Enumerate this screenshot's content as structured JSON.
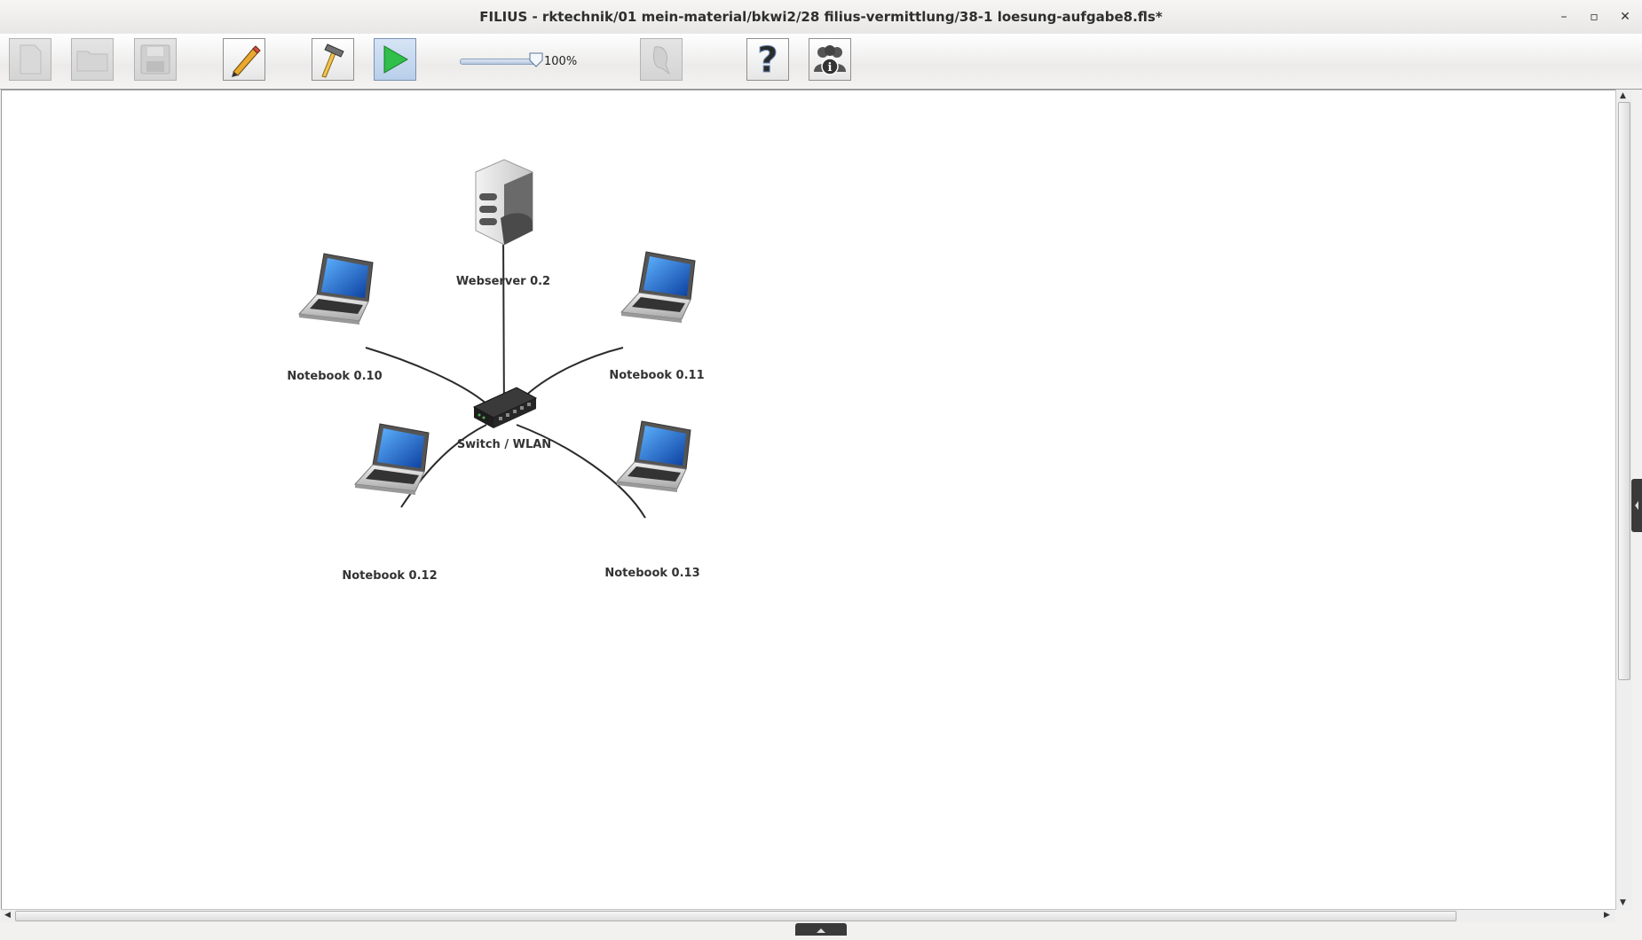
{
  "window": {
    "title": "FILIUS - rktechnik/01 mein-material/bkwi2/28 filius-vermittlung/38-1 loesung-aufgabe8.fls*",
    "minimize_icon": "minimize-icon",
    "maximize_icon": "maximize-icon",
    "close_icon": "close-icon",
    "min_glyph": "–",
    "max_glyph": "▫",
    "close_glyph": "✕"
  },
  "toolbar": {
    "buttons": [
      {
        "name": "new-file",
        "icon": "new-file-icon",
        "enabled": false
      },
      {
        "name": "open-file",
        "icon": "folder-icon",
        "enabled": false
      },
      {
        "name": "save-file",
        "icon": "floppy-icon",
        "enabled": false
      },
      {
        "name": "design-mode",
        "icon": "pencil-icon",
        "enabled": true
      },
      {
        "name": "simulation-mode",
        "icon": "hammer-icon",
        "enabled": true
      },
      {
        "name": "run",
        "icon": "play-icon",
        "enabled": true,
        "active": true
      },
      {
        "name": "steps",
        "icon": "bird-icon",
        "enabled": false
      },
      {
        "name": "help",
        "icon": "question-icon",
        "enabled": true
      },
      {
        "name": "about",
        "icon": "info-people-icon",
        "enabled": true
      }
    ],
    "zoom": {
      "value": 100,
      "label": "100%"
    }
  },
  "network": {
    "nodes": [
      {
        "id": "webserver",
        "type": "server",
        "label": "Webserver 0.2"
      },
      {
        "id": "nb10",
        "type": "notebook",
        "label": "Notebook 0.10"
      },
      {
        "id": "nb11",
        "type": "notebook",
        "label": "Notebook 0.11"
      },
      {
        "id": "switch",
        "type": "switch",
        "label": "Switch / WLAN"
      },
      {
        "id": "nb12",
        "type": "notebook",
        "label": "Notebook 0.12"
      },
      {
        "id": "nb13",
        "type": "notebook",
        "label": "Notebook 0.13"
      }
    ],
    "links": [
      [
        "switch",
        "webserver"
      ],
      [
        "switch",
        "nb10"
      ],
      [
        "switch",
        "nb11"
      ],
      [
        "switch",
        "nb12"
      ],
      [
        "switch",
        "nb13"
      ]
    ]
  },
  "colors": {
    "play": "#2fbf4a",
    "screen": "#1565c0",
    "cable": "#2b2b2b"
  }
}
